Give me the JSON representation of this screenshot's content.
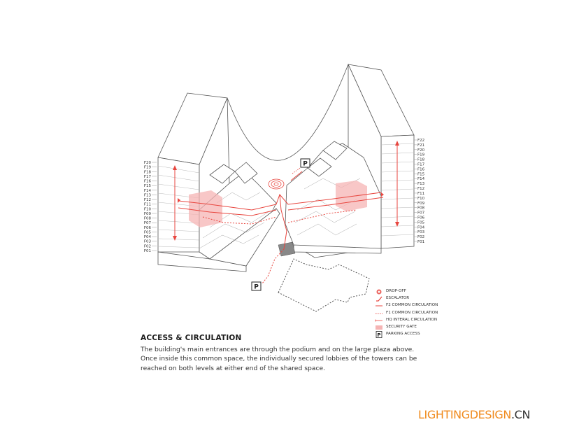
{
  "diagram": {
    "title": "ACCESS & CIRCULATION",
    "caption_lines": [
      "The building's main entrances are through the podium and on the large plaza above.",
      "Once inside this common space, the individually secured lobbies of the towers can be",
      "reached on both levels at either end of the shared space."
    ],
    "parking_symbol": "P",
    "left_tower_floors": [
      "F20",
      "F19",
      "F18",
      "F17",
      "F16",
      "F15",
      "F14",
      "F13",
      "F12",
      "F11",
      "F10",
      "F09",
      "F08",
      "F07",
      "F06",
      "F05",
      "F04",
      "F03",
      "F02",
      "F01"
    ],
    "right_tower_floors": [
      "F22",
      "F21",
      "F20",
      "F19",
      "F18",
      "F17",
      "F16",
      "F15",
      "F14",
      "F13",
      "F12",
      "F11",
      "F10",
      "F09",
      "F08",
      "F07",
      "F06",
      "F05",
      "F04",
      "F03",
      "F02",
      "F01"
    ],
    "legend": [
      {
        "symbol": "drop-off",
        "label": "DROP-OFF"
      },
      {
        "symbol": "escalator",
        "label": "ESCALATOR"
      },
      {
        "symbol": "f2-line",
        "label": "F2 COMMON CIRCULATION"
      },
      {
        "symbol": "f1-dotted",
        "label": "F1 COMMON CIRCULATION"
      },
      {
        "symbol": "hq-line",
        "label": "HQ INTERAL CIRCULATION"
      },
      {
        "symbol": "security-box",
        "label": "SECURITY GATE"
      },
      {
        "symbol": "parking-box",
        "label": "PARKING ACCESS"
      }
    ],
    "colors": {
      "accent": "#e8463f",
      "security": "#f5b4b4",
      "line": "#555555"
    }
  },
  "watermark": {
    "main": "LIGHTINGDESIGN",
    "suffix": ".CN"
  }
}
